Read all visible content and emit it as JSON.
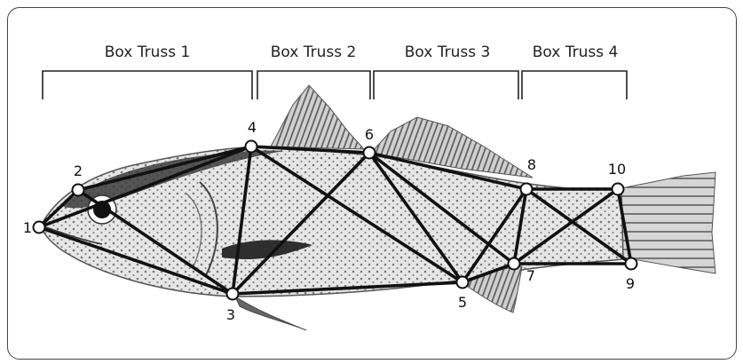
{
  "truss_labels": [
    "Box Truss 1",
    "Box Truss 2",
    "Box Truss 3",
    "Box Truss 4"
  ],
  "node_labels": [
    "1",
    "2",
    "3",
    "4",
    "5",
    "6",
    "7",
    "8",
    "9",
    "10"
  ],
  "colors": {
    "line": "#111111",
    "frame": "#444444",
    "fish_body": "#bdbdbd",
    "fin": "#8a8a8a"
  },
  "icons": {
    "subject": "fish-illustration"
  }
}
